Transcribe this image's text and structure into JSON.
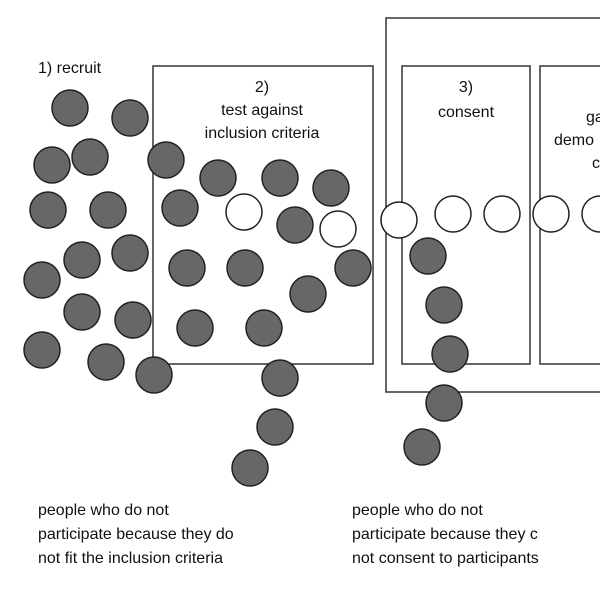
{
  "labels": {
    "step1": "1) recruit",
    "step2_line1": "2)",
    "step2_line2": "test against",
    "step2_line3": "inclusion criteria",
    "step3_line1": "3)",
    "step3_line2": "consent",
    "step4_line1": "ga",
    "step4_line2": "demo",
    "step4_line3": "c"
  },
  "captions": {
    "left_line1": "people who do not",
    "left_line2": "participate because they do",
    "left_line3": "not fit the inclusion criteria",
    "right_line1": "people who do not",
    "right_line2": "participate because they c",
    "right_line3": "not consent to participants"
  },
  "colors": {
    "filled_circle": "#676767",
    "open_circle": "#ffffff",
    "stroke": "#222222",
    "box_stroke": "#333333"
  }
}
